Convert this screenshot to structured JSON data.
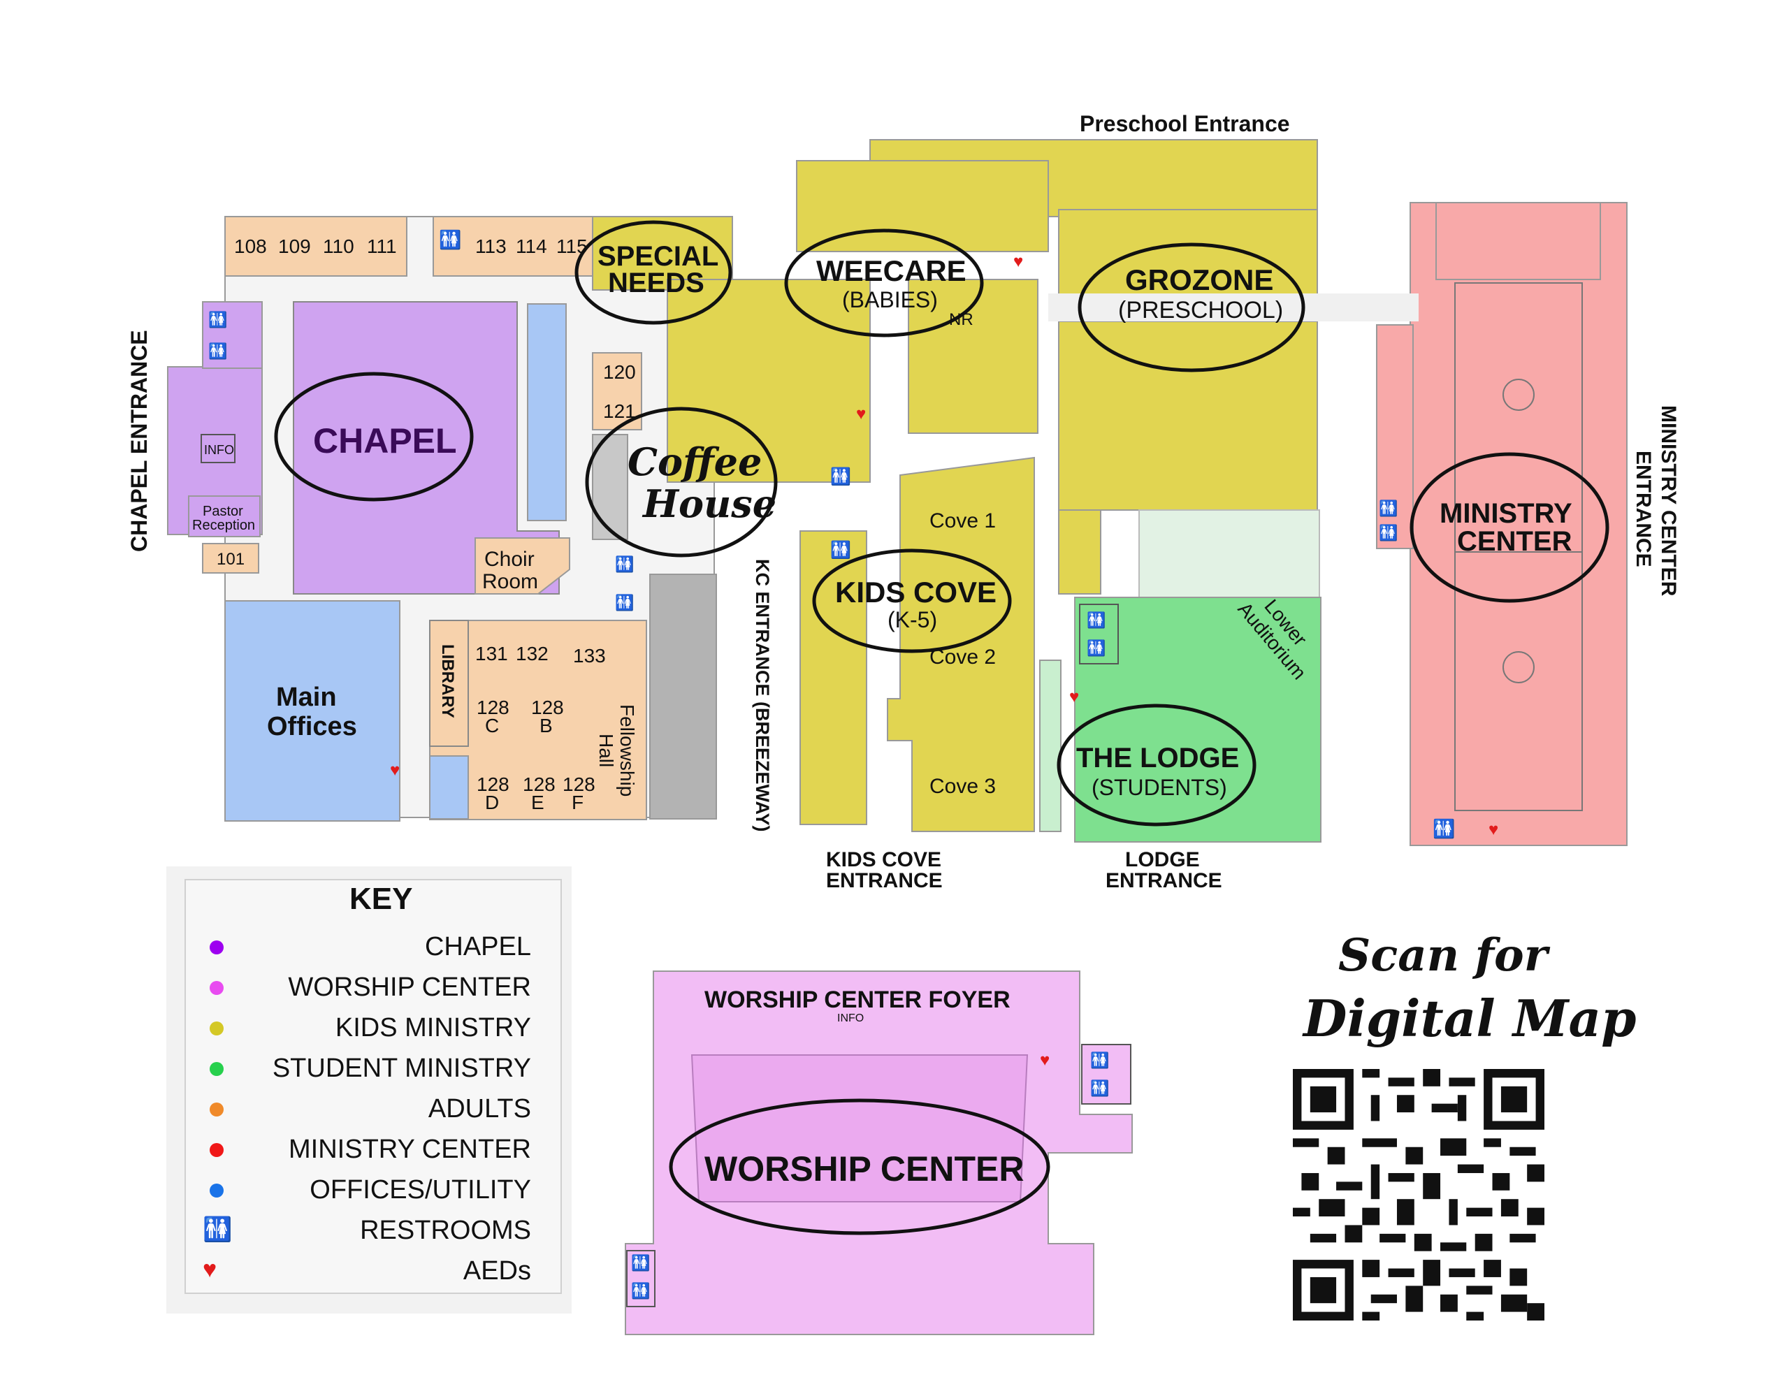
{
  "colors": {
    "chapel": "#cfa3f0",
    "chapel_dark": "#a86ad8",
    "worship": "#f2bdf5",
    "kids": "#e1d551",
    "student": "#7ee08f",
    "adults": "#f7d2ac",
    "ministry": "#f8a9a9",
    "offices": "#a8c7f5",
    "gray": "#b3b3b3",
    "lightgreen": "#e2f2e4"
  },
  "labels": {
    "preschool_entrance": "Preschool Entrance",
    "chapel_entrance": "CHAPEL ENTRANCE",
    "ministry_center_entrance_1": "MINISTRY CENTER",
    "ministry_center_entrance_2": "ENTRANCE",
    "kc_entrance": "KC ENTRANCE (BREEZEWAY)",
    "kids_cove_entrance_1": "KIDS COVE",
    "kids_cove_entrance_2": "ENTRANCE",
    "lodge_entrance_1": "LODGE",
    "lodge_entrance_2": "ENTRANCE",
    "special_needs_1": "SPECIAL",
    "special_needs_2": "NEEDS",
    "weecare": "WEECARE",
    "babies": "(BABIES)",
    "grozone": "GROZONE",
    "preschool": "(PRESCHOOL)",
    "chapel": "CHAPEL",
    "coffee_1": "Coffee",
    "coffee_2": "House",
    "kids_cove": "KIDS COVE",
    "k5": "(K-5)",
    "ministry_center_1": "MINISTRY",
    "ministry_center_2": "CENTER",
    "the_lodge": "THE LODGE",
    "students": "(STUDENTS)",
    "lower_auditorium_1": "Lower",
    "lower_auditorium_2": "Auditorium",
    "cove1": "Cove 1",
    "cove2": "Cove 2",
    "cove3": "Cove 3",
    "nr": "NR",
    "main_offices_1": "Main",
    "main_offices_2": "Offices",
    "library": "LIBRARY",
    "fellowship_hall_1": "Fellowship",
    "fellowship_hall_2": "Hall",
    "choir_room_1": "Choir",
    "choir_room_2": "Room",
    "pastor_reception_1": "Pastor",
    "pastor_reception_2": "Reception",
    "info": "INFO",
    "worship_center_foyer": "WORSHIP CENTER FOYER",
    "worship_info": "INFO",
    "worship_center": "WORSHIP CENTER"
  },
  "rooms": {
    "r108": "108",
    "r109": "109",
    "r110": "110",
    "r111": "111",
    "r113": "113",
    "r114": "114",
    "r115": "115",
    "r120": "120",
    "r121": "121",
    "r101": "101",
    "r131": "131",
    "r132": "132",
    "r133": "133",
    "r128c_1": "128",
    "r128c_2": "C",
    "r128b_1": "128",
    "r128b_2": "B",
    "r128d_1": "128",
    "r128d_2": "D",
    "r128e_1": "128",
    "r128e_2": "E",
    "r128f_1": "128",
    "r128f_2": "F"
  },
  "key": {
    "title": "KEY",
    "items": [
      {
        "label": "CHAPEL",
        "color": "#9d00f0"
      },
      {
        "label": "WORSHIP CENTER",
        "color": "#e84cf0"
      },
      {
        "label": "KIDS MINISTRY",
        "color": "#d4c826"
      },
      {
        "label": "STUDENT MINISTRY",
        "color": "#27d04d"
      },
      {
        "label": "ADULTS",
        "color": "#f08a2a"
      },
      {
        "label": "MINISTRY CENTER",
        "color": "#f01818"
      },
      {
        "label": "OFFICES/UTILITY",
        "color": "#1a73e8"
      },
      {
        "label": "RESTROOMS",
        "icon": "restroom-icon"
      },
      {
        "label": "AEDs",
        "icon": "aed-heart-icon"
      }
    ]
  },
  "scan": {
    "line1": "Scan for",
    "line2": "Digital Map"
  }
}
